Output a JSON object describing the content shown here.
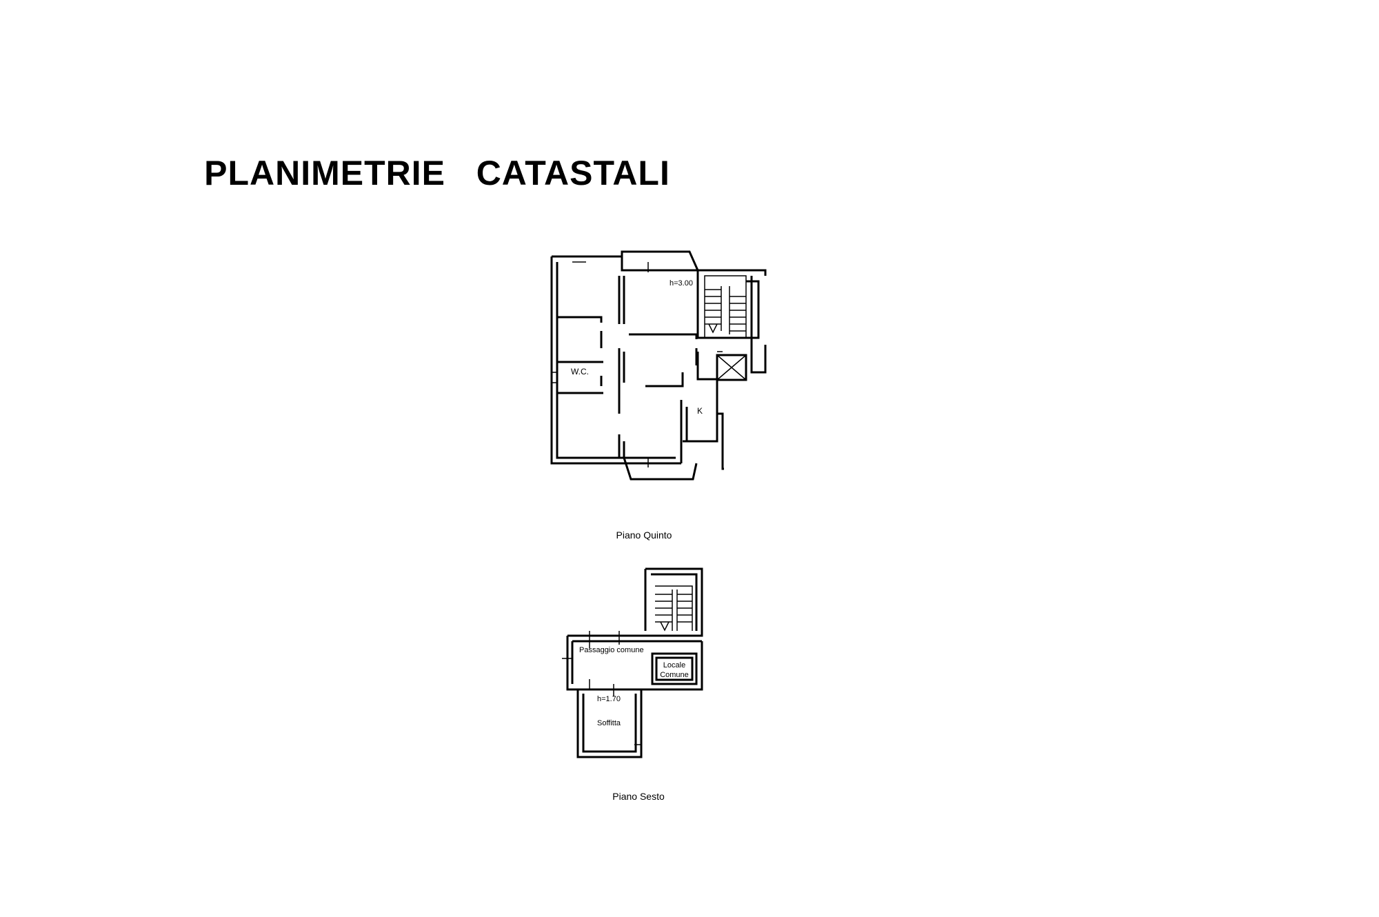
{
  "title": "PLANIMETRIE   CATASTALI",
  "floor5": {
    "caption": "Piano Quinto",
    "height_label": "h=3.00",
    "wc_label": "W.C.",
    "kitchen_label": "K"
  },
  "floor6": {
    "caption": "Piano Sesto",
    "passage_label": "Passaggio comune",
    "common_room_label_1": "Locale",
    "common_room_label_2": "Comune",
    "height_label": "h=1.70",
    "attic_label": "Soffitta"
  }
}
